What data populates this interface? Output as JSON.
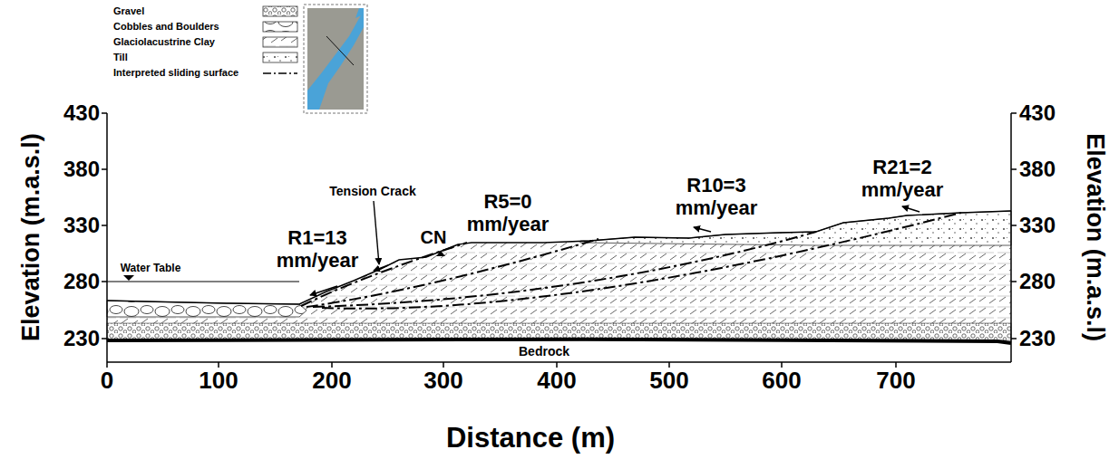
{
  "diagram": {
    "labels": [
      "Tension Crack",
      "R1=13 mm/year",
      "CN",
      "R5=0 mm/year",
      "R10=3 mm/year",
      "R21=2 mm/year",
      "Water Table",
      "Bedrock",
      "430",
      "380",
      "330",
      "280",
      "230",
      "430",
      "380",
      "330",
      "280",
      "230",
      "0",
      "100",
      "200",
      "300",
      "400",
      "500",
      "600",
      "700",
      "Elevation (m.a.s.l)",
      "Elevation (m.a.s.l)",
      "Distance (m)"
    ],
    "legend": [
      {
        "text": "Gravel"
      },
      {
        "text": "Cobbles and Boulders"
      },
      {
        "text": "Glaciolacustrine Clay"
      },
      {
        "text": "Till"
      },
      {
        "text": "Interpreted sliding surface"
      }
    ]
  }
}
